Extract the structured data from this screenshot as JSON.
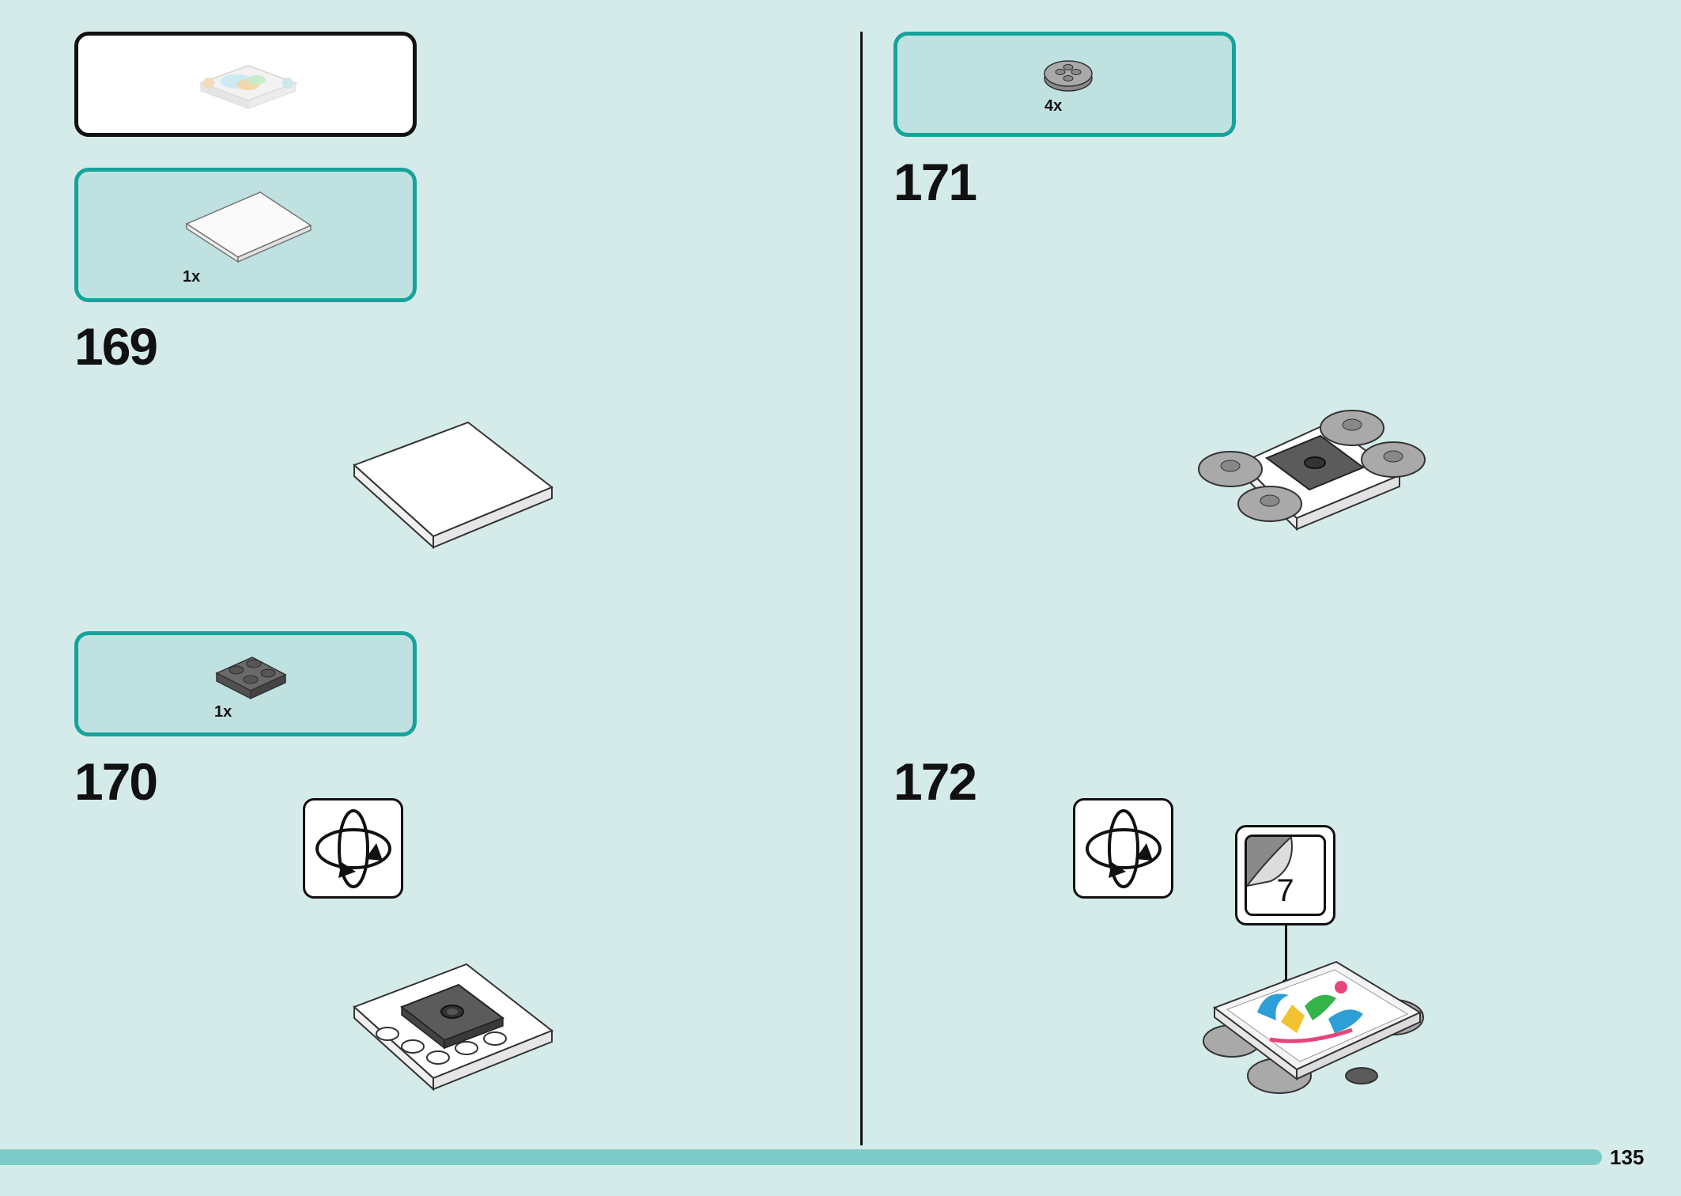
{
  "page": {
    "number": "135"
  },
  "left_column": {
    "steps": [
      {
        "number": "169",
        "parts_qty": "1x"
      },
      {
        "number": "170",
        "parts_qty": "1x"
      }
    ]
  },
  "right_column": {
    "steps": [
      {
        "number": "171",
        "parts_qty": "4x"
      },
      {
        "number": "172",
        "sticker_number": "7"
      }
    ]
  },
  "icons": [
    "subassembly-preview",
    "rotate-model-icon",
    "sticker-callout"
  ],
  "colors": {
    "background": "#d5ebea",
    "parts_box": "#bfe2e1",
    "accent": "#17a39c",
    "footer_bar": "#7ccbc6"
  }
}
